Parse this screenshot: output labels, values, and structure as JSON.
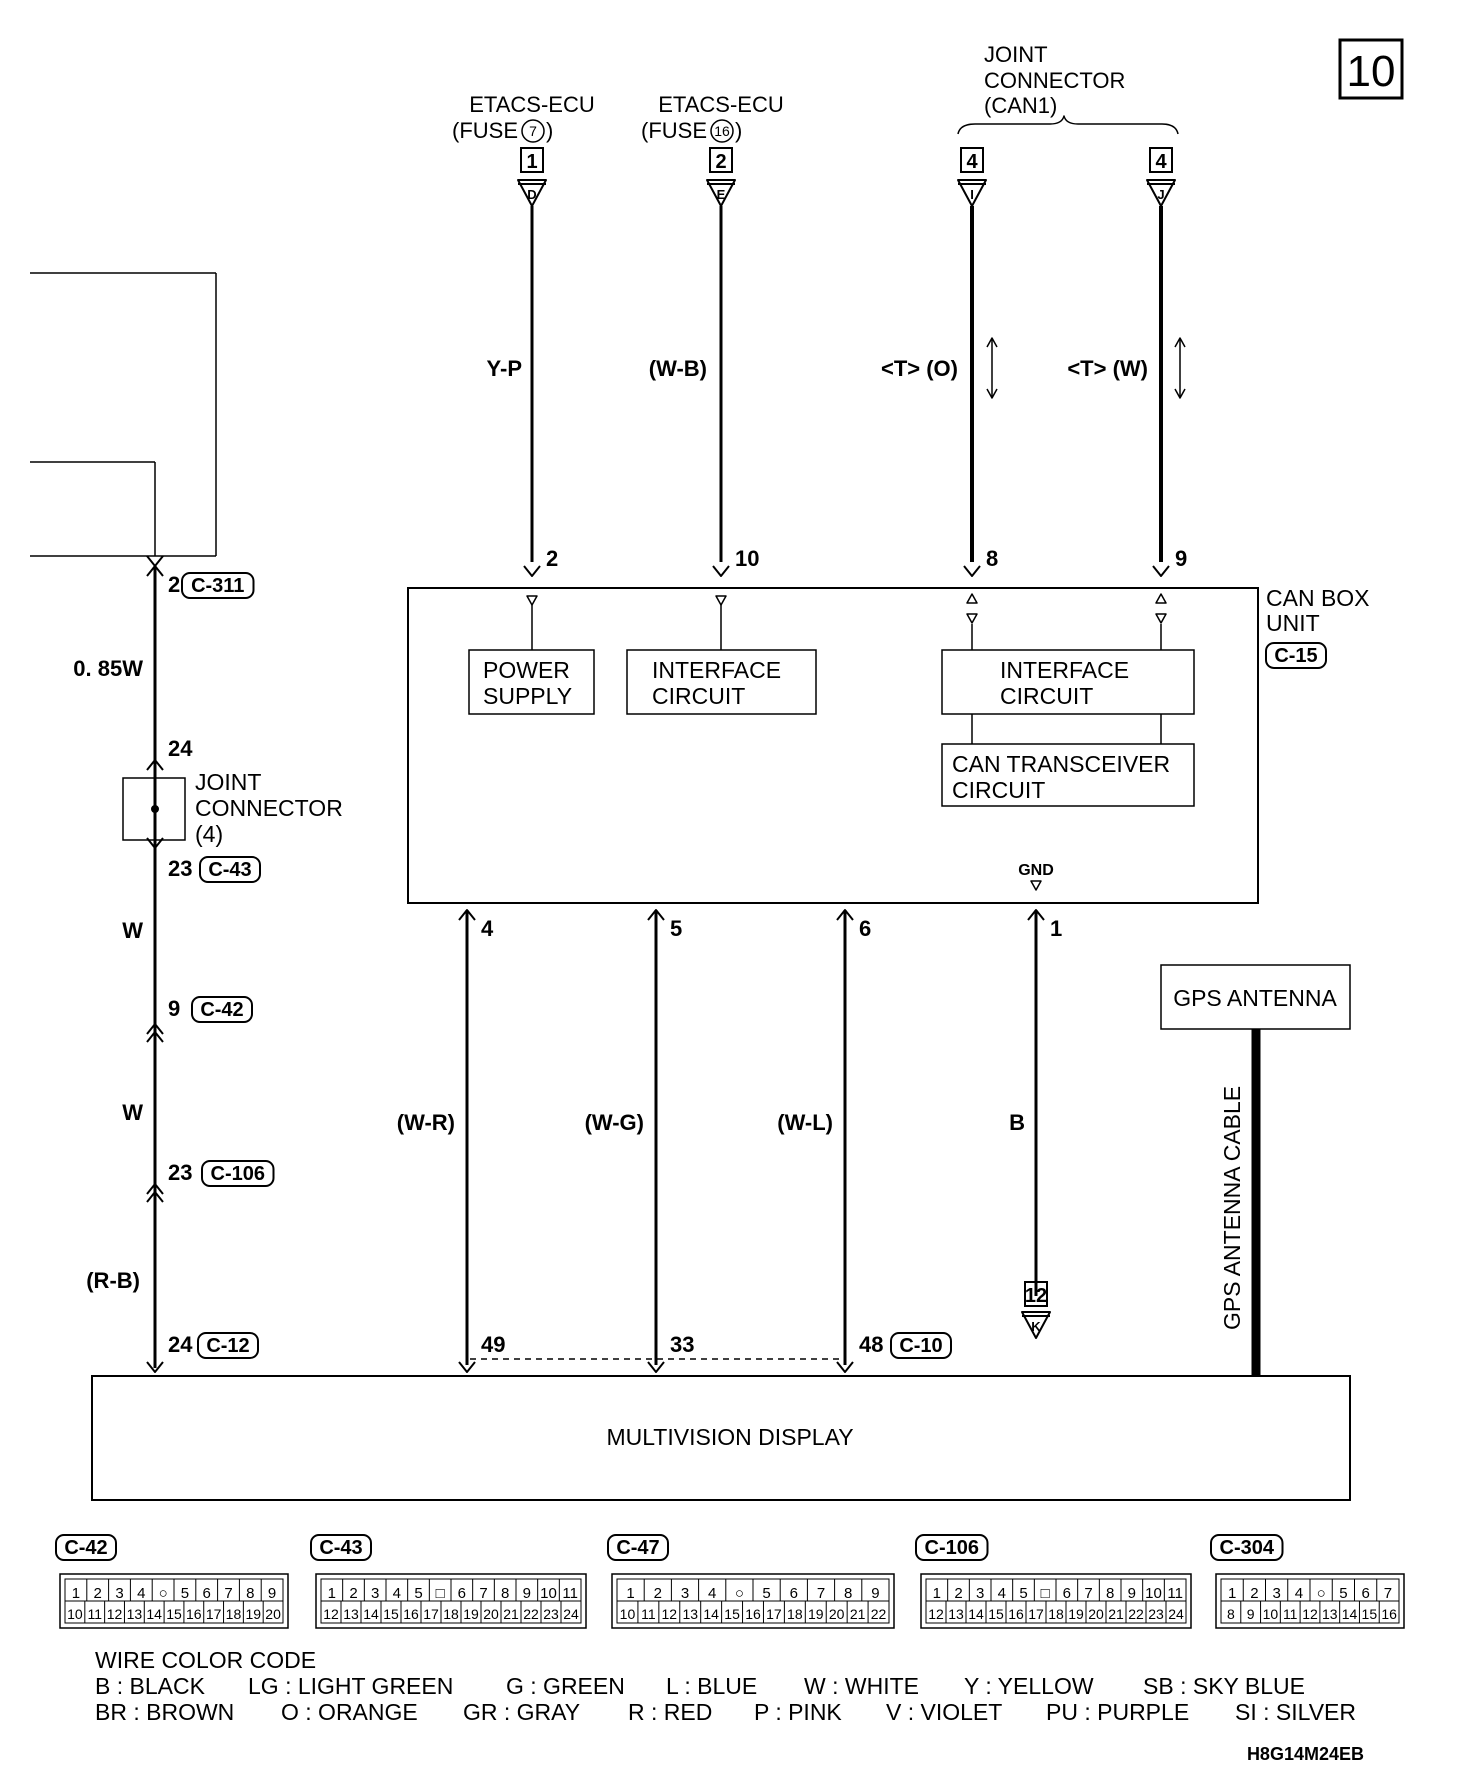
{
  "page_number": "10",
  "diagram_code": "H8G14M24EB",
  "top_connectors": [
    {
      "name": "ETACS-ECU",
      "sub": "(FUSE",
      "fuse": "7",
      "number": "1",
      "letter": "D",
      "wire": "Y-P",
      "pin": "2"
    },
    {
      "name": "ETACS-ECU",
      "sub": "(FUSE",
      "fuse": "16",
      "number": "2",
      "letter": "E",
      "wire": "(W-B)",
      "pin": "10"
    },
    {
      "number": "4",
      "letter": "I",
      "wire": "<T> (O)",
      "pin": "8"
    },
    {
      "number": "4",
      "letter": "J",
      "wire": "<T> (W)",
      "pin": "9"
    }
  ],
  "joint_can": {
    "line1": "JOINT",
    "line2": "CONNECTOR",
    "line3": "(CAN1)"
  },
  "can_box": {
    "line1": "CAN BOX",
    "line2": "UNIT",
    "connector": "C-15",
    "power_supply": [
      "POWER",
      "SUPPLY"
    ],
    "interface1": [
      "INTERFACE",
      "CIRCUIT"
    ],
    "interface2": [
      "INTERFACE",
      "CIRCUIT"
    ],
    "transceiver": [
      "CAN TRANSCEIVER",
      "CIRCUIT"
    ],
    "gnd": "GND"
  },
  "left_wire": {
    "pin_c311": "2",
    "c311": "C-311",
    "gauge": "0. 85W",
    "pin_24": "24",
    "joint": [
      "JOINT",
      "CONNECTOR",
      "(4)"
    ],
    "pin_c43": "23",
    "c43": "C-43",
    "w1": "W",
    "pin_c42": "9",
    "c42": "C-42",
    "w2": "W",
    "pin_c106": "23",
    "c106": "C-106",
    "rb": "(R-B)",
    "pin_c12": "24",
    "c12": "C-12"
  },
  "bottom_wires": [
    {
      "pin_top": "4",
      "wire": "(W-R)",
      "pin_bottom": "49"
    },
    {
      "pin_top": "5",
      "wire": "(W-G)",
      "pin_bottom": "33"
    },
    {
      "pin_top": "6",
      "wire": "(W-L)",
      "pin_bottom": "48",
      "connector": "C-10"
    },
    {
      "pin_top": "1",
      "wire": "B",
      "ground_number": "12",
      "ground_letter": "K"
    }
  ],
  "gps": {
    "antenna": "GPS ANTENNA",
    "cable": "GPS ANTENNA CABLE"
  },
  "display": "MULTIVISION DISPLAY",
  "connector_diagrams": [
    {
      "label": "C-42",
      "top": [
        "1",
        "2",
        "3",
        "4",
        "○",
        "5",
        "6",
        "7",
        "8",
        "9"
      ],
      "bottom": [
        "10",
        "11",
        "12",
        "13",
        "14",
        "15",
        "16",
        "17",
        "18",
        "19",
        "20"
      ]
    },
    {
      "label": "C-43",
      "top": [
        "1",
        "2",
        "3",
        "4",
        "5",
        "□",
        "6",
        "7",
        "8",
        "9",
        "10",
        "11"
      ],
      "bottom": [
        "12",
        "13",
        "14",
        "15",
        "16",
        "17",
        "18",
        "19",
        "20",
        "21",
        "22",
        "23",
        "24"
      ]
    },
    {
      "label": "C-47",
      "top": [
        "1",
        "2",
        "3",
        "4",
        "○",
        "5",
        "6",
        "7",
        "8",
        "9"
      ],
      "bottom": [
        "10",
        "11",
        "12",
        "13",
        "14",
        "15",
        "16",
        "17",
        "18",
        "19",
        "20",
        "21",
        "22"
      ]
    },
    {
      "label": "C-106",
      "top": [
        "1",
        "2",
        "3",
        "4",
        "5",
        "□",
        "6",
        "7",
        "8",
        "9",
        "10",
        "11"
      ],
      "bottom": [
        "12",
        "13",
        "14",
        "15",
        "16",
        "17",
        "18",
        "19",
        "20",
        "21",
        "22",
        "23",
        "24"
      ]
    },
    {
      "label": "C-304",
      "top": [
        "1",
        "2",
        "3",
        "4",
        "○",
        "5",
        "6",
        "7"
      ],
      "bottom": [
        "8",
        "9",
        "10",
        "11",
        "12",
        "13",
        "14",
        "15",
        "16"
      ]
    }
  ],
  "wire_color_code": {
    "title": "WIRE COLOR CODE",
    "row1": [
      "B : BLACK",
      "LG : LIGHT GREEN",
      "G : GREEN",
      "L : BLUE",
      "W : WHITE",
      "Y : YELLOW",
      "SB : SKY BLUE"
    ],
    "row2": [
      "BR : BROWN",
      "O : ORANGE",
      "GR : GRAY",
      "R : RED",
      "P : PINK",
      "V : VIOLET",
      "PU : PURPLE",
      "SI : SILVER"
    ]
  }
}
